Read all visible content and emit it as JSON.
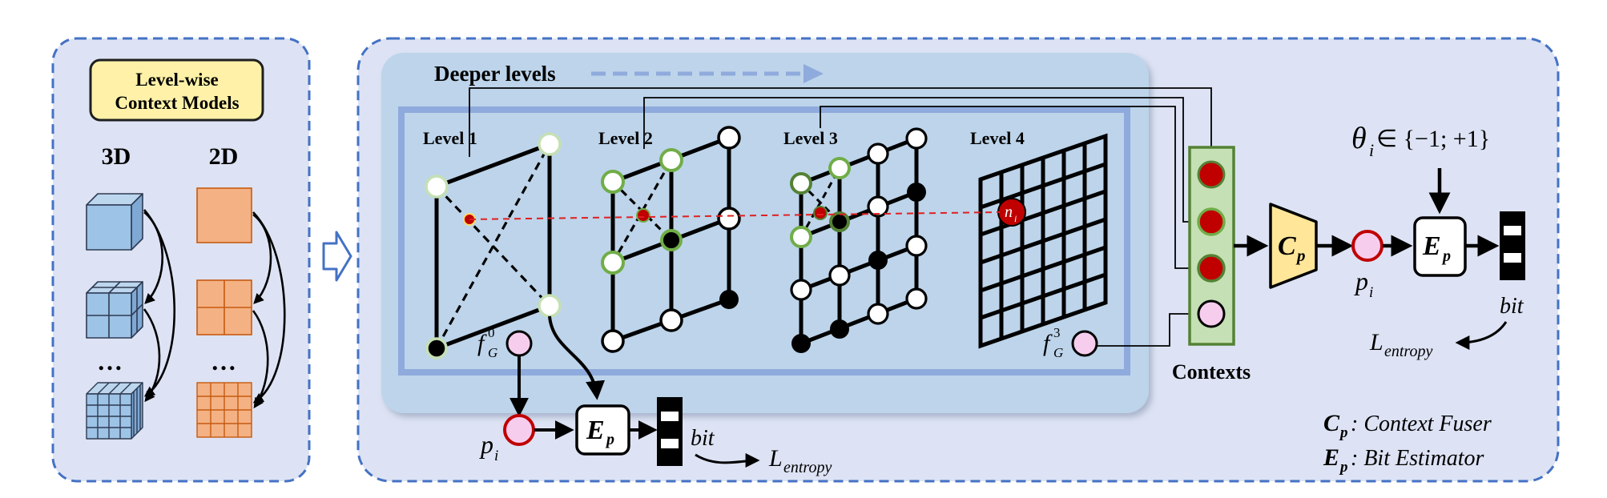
{
  "left_panel": {
    "title_line1": "Level-wise",
    "title_line2": "Context Models",
    "col_3d": "3D",
    "col_2d": "2D",
    "ellipsis_3d": "…",
    "ellipsis_2d": "…"
  },
  "main_panel": {
    "deeper_levels": "Deeper levels",
    "levels": [
      "Level 1",
      "Level 2",
      "Level 3",
      "Level 4"
    ],
    "node_label": "n",
    "node_sub": "i",
    "f_g0_base": "f",
    "f_g0_sub": "G",
    "f_g0_sup": "0",
    "f_g3_base": "f",
    "f_g3_sub": "G",
    "f_g3_sup": "3",
    "p_i_left_base": "p",
    "p_i_left_sub": "i",
    "ep_left_base": "E",
    "ep_left_sub": "p",
    "bit_left": "bit",
    "l_entropy_left_base": "L",
    "l_entropy_left_sub": "entropy",
    "contexts_label": "Contexts",
    "cp_base": "C",
    "cp_sub": "p",
    "p_i_right_base": "p",
    "p_i_right_sub": "i",
    "ep_right_base": "E",
    "ep_right_sub": "p",
    "theta_base": "θ",
    "theta_sub": "i",
    "theta_rest": " ∈ {−1; +1}",
    "bit_right": "bit",
    "l_entropy_right_base": "L",
    "l_entropy_right_sub": "entropy",
    "legend_cp_base": "C",
    "legend_cp_sub": "p",
    "legend_cp_text": ": Context Fuser",
    "legend_ep_base": "E",
    "legend_ep_sub": "p",
    "legend_ep_text": ": Bit Estimator"
  },
  "colors": {
    "panel_bg": "#dde3f4",
    "panel_border": "#4472c4",
    "inner_box": "#bdd4ea",
    "inner_frame": "#8faadc",
    "title_box": "#fff2a8",
    "title_border": "#1f1f1f",
    "cube_blue": "#9dc3e6",
    "square_orange": "#f4b183",
    "anchor_red": "#c00000",
    "context_pink": "#f7cdee",
    "cp_yellow": "#ffe699",
    "green_ring": "#70ad47",
    "dark_green_ring": "#548235",
    "context_box": "#548235"
  }
}
